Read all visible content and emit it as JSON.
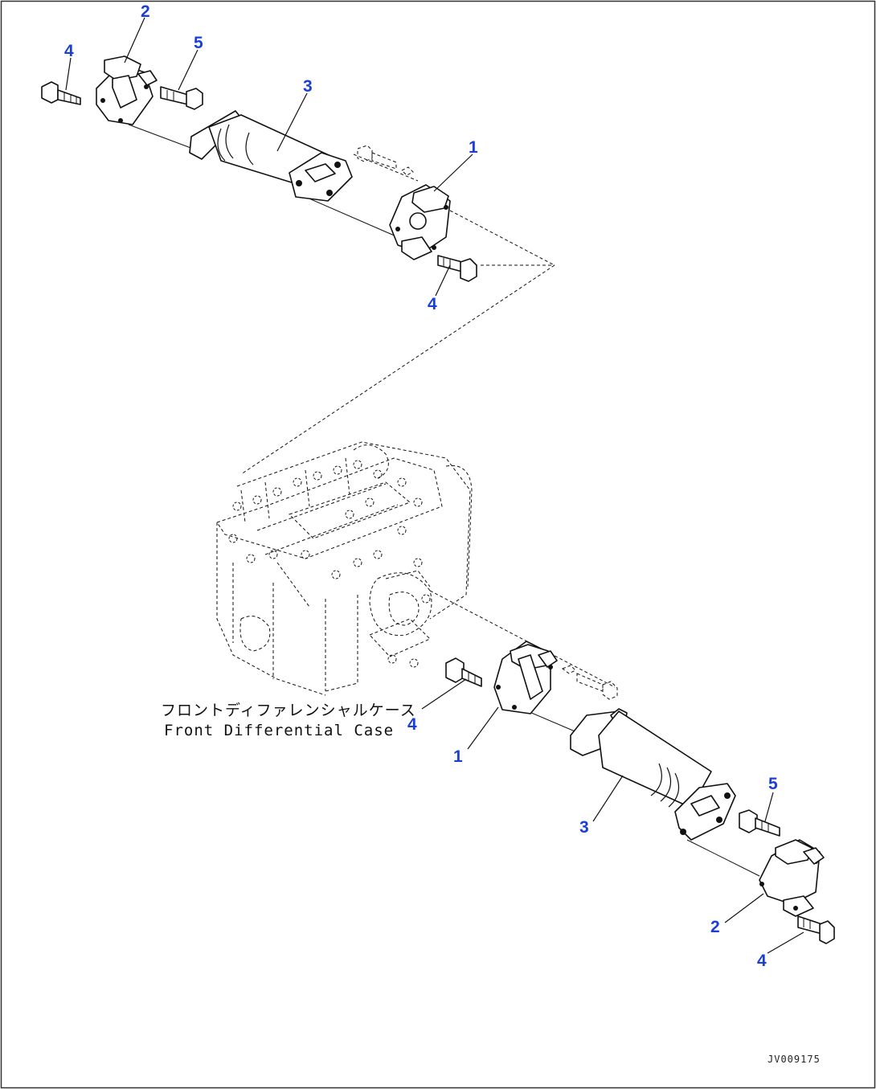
{
  "colors": {
    "callout": "#1a3fd6",
    "line": "#111111",
    "background": "#ffffff"
  },
  "callouts": {
    "top_2": "2",
    "top_4_left": "4",
    "top_5": "5",
    "top_3": "3",
    "top_1": "1",
    "top_4_right": "4",
    "bottom_4": "4",
    "bottom_1": "1",
    "bottom_3": "3",
    "bottom_5": "5",
    "bottom_2": "2",
    "bottom_4_right": "4"
  },
  "case_label": {
    "japanese": "フロントディファレンシャルケース",
    "english": "Front Differential Case"
  },
  "drawing_id": "JV009175"
}
